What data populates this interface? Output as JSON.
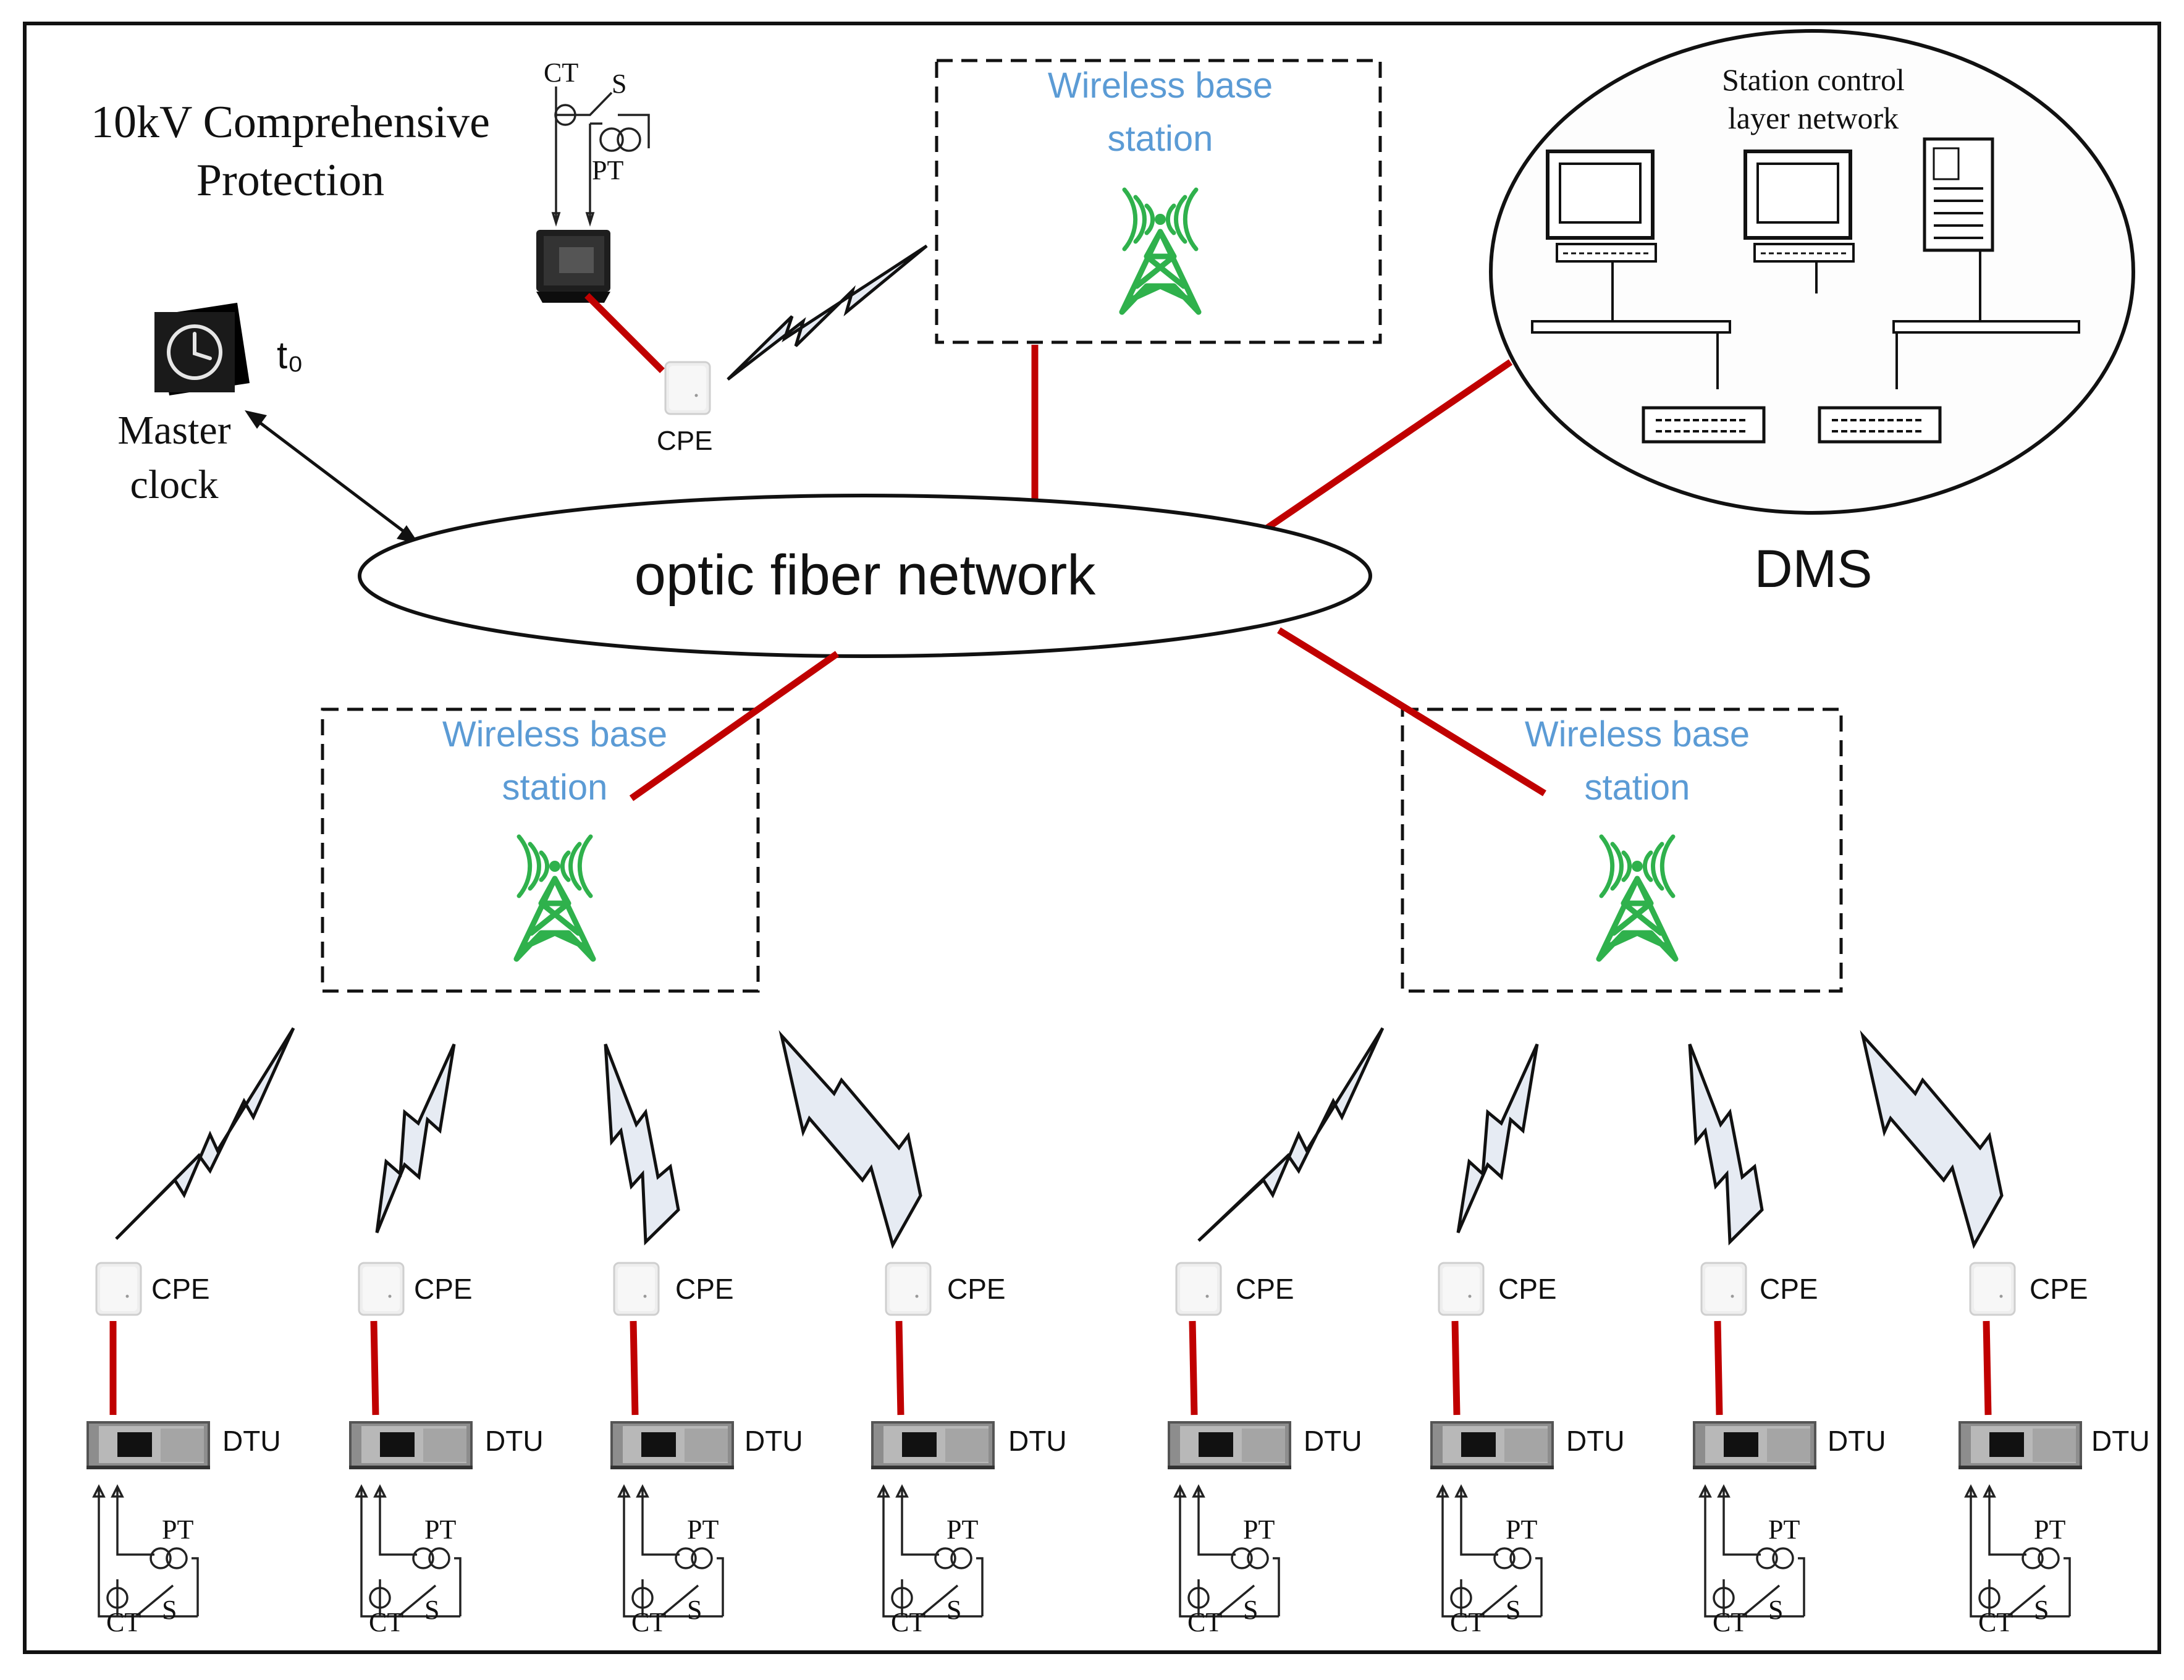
{
  "protection": {
    "title_line1": "10kV Comprehensive",
    "title_line2": "Protection"
  },
  "master_clock": {
    "line1": "Master",
    "line2": "clock",
    "t0": "t₀"
  },
  "fiber": {
    "label": "optic fiber network"
  },
  "base_station": {
    "line1": "Wireless base",
    "line2": "station"
  },
  "dms": {
    "label": "DMS",
    "station_line1": "Station control",
    "station_line2": "layer network"
  },
  "cpe_label": "CPE",
  "dtu_label": "DTU",
  "ct_label": "CT",
  "pt_label": "PT",
  "s_label": "S",
  "colors": {
    "fiber_link": "#c00000",
    "station_text": "#5b9bd5",
    "tower": "#2fb14c"
  }
}
